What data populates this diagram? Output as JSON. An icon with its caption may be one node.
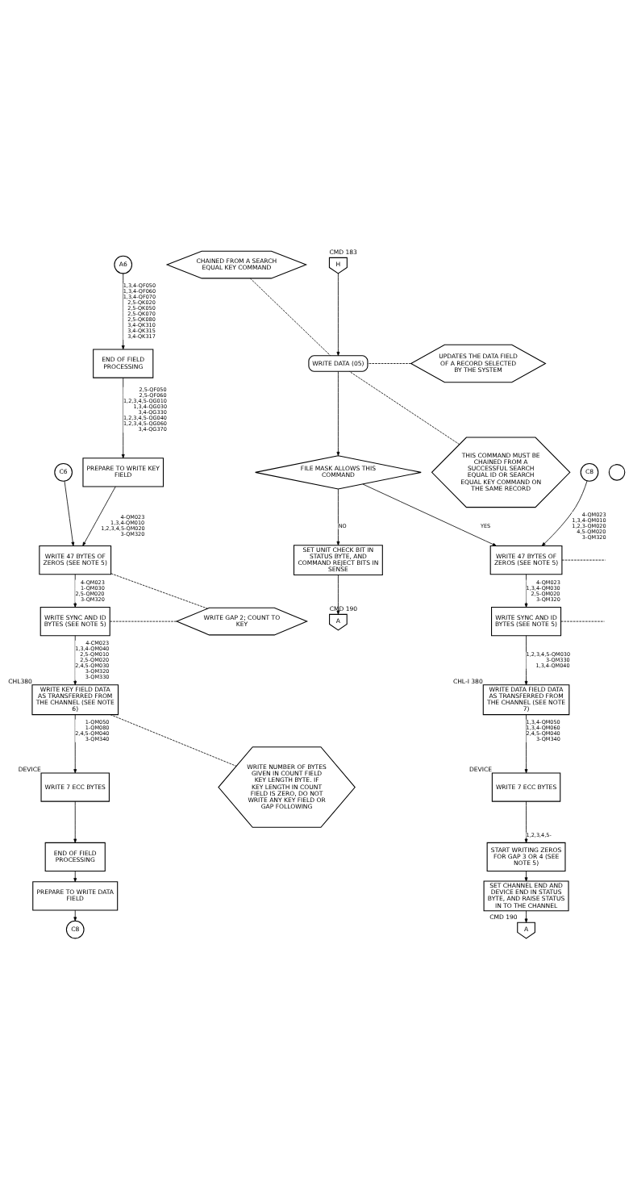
{
  "diagram": {
    "nodes": [
      {
        "text": [
          "A6"
        ]
      },
      {
        "text": [
          "END OF FIELD PROCESSING"
        ]
      },
      {
        "text": [
          "C6"
        ]
      },
      {
        "text": [
          "PREPARE TO WRITE KEY FIELD"
        ]
      },
      {
        "text": [
          "WRITE 47 BYTES OF ZEROS (SEE NOTE 5)"
        ]
      },
      {
        "text": [
          "WRITE SYNC AND ID BYTES (SEE NOTE 5)"
        ]
      },
      {
        "text": [
          "WRITE KEY FIELD DATA AS TRANSFERRED FROM THE CHANNEL (SEE NOTE 6)"
        ],
        "beside": [
          "CHL380"
        ]
      },
      {
        "text": [
          "WRITE 7 ECC BYTES"
        ],
        "beside": [
          "DEVICE"
        ]
      },
      {
        "text": [
          "END OF FIELD PROCESSING"
        ]
      },
      {
        "text": [
          "PREPARE TO WRITE DATA FIELD"
        ]
      },
      {
        "text": [
          "C8"
        ]
      },
      {
        "text": [
          "CHAINED FROM A SEARCH EQUAL KEY COMMAND"
        ]
      },
      {
        "text": [
          "UPDATES THE DATA FIELD OF A RECORD SELECTED BY THE SYSTEM"
        ]
      },
      {
        "text": [
          "THIS COMMAND MUST BE CHAINED FROM A SUCCESSFUL SEARCH EQUAL ID OR SEARCH EQUAL KEY COMMAND ON THE SAME RECORD"
        ]
      },
      {
        "text": [
          "SET UNIT CHECK BIT IN STATUS BYTE, AND COMMAND REJECT BITS IN SENSE"
        ]
      },
      {
        "text": [
          "A"
        ],
        "beside": [
          "CMD 190"
        ]
      },
      {
        "text": [
          "WRITE GAP 2; COUNT TO KEY"
        ]
      },
      {
        "text": [
          "WRITE NUMBER OF BYTES GIVEN IN COUNT FIELD KEY LENGTH BYTE. IF KEY LENGTH IN COUNT FIELD IS ZERO, DO NOT WRITE ANY KEY FIELD OR GAP FOLLOWING"
        ]
      },
      {
        "text": [
          "H"
        ],
        "beside": [
          "CMD 183"
        ]
      },
      {
        "text": [
          "WRITE DATA (05)"
        ]
      },
      {
        "text": [
          "FILE MASK ALLOWS THIS COMMAND"
        ]
      },
      {
        "text": [
          "C8"
        ]
      },
      {
        "text": [],
        "shape": "circle"
      },
      {
        "text": [
          "WRITE 47 BYTES OF ZEROS (SEE NOTE 5)"
        ]
      },
      {
        "text": [
          "WRITE SYNC AND ID BYTES (SEE NOTE 5)"
        ]
      },
      {
        "text": [
          "WRITE DATA FIELD DATA AS TRANSFERRED FROM THE CHANNEL (SEE NOTE 7)"
        ],
        "beside": [
          "CHL-I 380"
        ]
      },
      {
        "text": [
          "WRITE 7 ECC BYTES"
        ],
        "beside": [
          "DEVICE"
        ]
      },
      {
        "text": [
          "START WRITING ZEROS FOR GAP 3 OR 4 (SEE NOTE 5)"
        ]
      },
      {
        "text": [
          "SET CHANNEL END AND DEVICE END IN STATUS BYTE, AND RAISE STATUS IN TO THE CHANNEL"
        ]
      },
      {
        "text": [
          "A"
        ],
        "beside": [
          "CMD 190"
        ]
      }
    ],
    "edges": [
      {
        "from": 0,
        "to": 1,
        "arrow": "to",
        "label": "1,3,4-QF050 1,3,4-QF060 1,3,4-QF070 2,5-QK020 2,5-QK050 2,5-QK070 2,5-QK080 3,4-QK310 3,4-QK315 3,4-QK317"
      },
      {
        "from": 1,
        "to": 3,
        "arrow": "to",
        "label": "2,5-QF050 2,5-QF060 1,2,3,4,5-QG010 1,3,4-QG030 3,4-QG330 1,2,3,4,5-QG040 1,2,3,4,5-QG060 3,4-QG370"
      },
      {
        "from": 2,
        "to": 4,
        "arrow": "to"
      },
      {
        "from": 3,
        "to": 4,
        "arrow": "to",
        "label": "4-QM023 1,3,4-QM010 1,2,3,4,5-QM020 3-QM320"
      },
      {
        "from": 4,
        "to": 5,
        "arrow": "to",
        "label": "4-QM023 1-QM030 2,5-QM020 3-QM320"
      },
      {
        "from": 5,
        "to": 6,
        "arrow": "to",
        "label": "4-CM023 1,3,4-QM040 2,5-QM010 2,5-QM020 2,4,5-QM030 3-QM320 3-QM330"
      },
      {
        "from": 6,
        "to": 7,
        "arrow": "to",
        "label": "1-QM050 1-QM080 2,4,5-QM040 3-QM340"
      },
      {
        "from": 7,
        "to": 8,
        "arrow": "to"
      },
      {
        "from": 8,
        "to": 9,
        "arrow": "to"
      },
      {
        "from": 9,
        "to": 10,
        "arrow": "to"
      },
      {
        "from": 4,
        "to": 16,
        "arrow": "none",
        "style": "dashed"
      },
      {
        "from": 5,
        "to": 16,
        "arrow": "none",
        "style": "dashed"
      },
      {
        "from": 6,
        "to": 17,
        "arrow": "none",
        "style": "dashed"
      },
      {
        "from": 11,
        "to": 19,
        "arrow": "none",
        "style": "dashed"
      },
      {
        "from": 12,
        "to": 19,
        "arrow": "none",
        "style": "dashed"
      },
      {
        "from": 13,
        "to": 19,
        "arrow": "none",
        "style": "dashed"
      },
      {
        "from": 18,
        "to": 19,
        "arrow": "to"
      },
      {
        "from": 19,
        "to": 20,
        "arrow": "to"
      },
      {
        "from": 20,
        "to": 14,
        "arrow": "to",
        "label": "NO"
      },
      {
        "from": 14,
        "to": 15,
        "arrow": "to"
      },
      {
        "from": 20,
        "to": 23,
        "arrow": "to",
        "label": "YES"
      },
      {
        "from": 21,
        "to": 23,
        "arrow": "to",
        "label": "4-QM023 1,3,4-QM010 1,2,3-QM020 4,5-QM020 3-QM320"
      },
      {
        "from": 23,
        "to": 24,
        "arrow": "to",
        "label": "4-QM023 1,3,4-QM030 2,5-QM020 3-QM320"
      },
      {
        "from": 24,
        "to": 25,
        "arrow": "to",
        "label": "1,2,3,4,5-QM030 3-QM330 1,3,4-QM040"
      },
      {
        "from": 25,
        "to": 26,
        "arrow": "to",
        "label": "1,3,4-QM050 1,3,4-QM060 2,4,5-QM040 3-QM340"
      },
      {
        "from": 26,
        "to": 27,
        "arrow": "to",
        "label": "1,2,3,4,5-"
      },
      {
        "from": 27,
        "to": 28,
        "arrow": "to"
      },
      {
        "from": 28,
        "to": 29,
        "arrow": "to"
      },
      {
        "from": 23,
        "to": null,
        "arrow": "none",
        "style": "dashed"
      },
      {
        "from": 24,
        "to": null,
        "arrow": "none",
        "style": "dashed"
      }
    ]
  }
}
